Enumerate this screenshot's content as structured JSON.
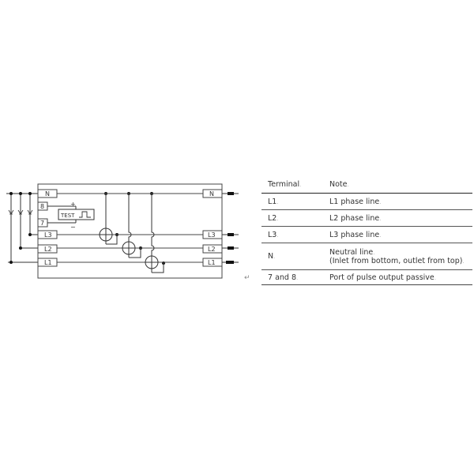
{
  "diagram": {
    "left_terminals": [
      {
        "id": "N",
        "label": "N"
      },
      {
        "id": "8",
        "label": "8"
      },
      {
        "id": "7",
        "label": "7"
      },
      {
        "id": "L3",
        "label": "L3"
      },
      {
        "id": "L2",
        "label": "L2"
      },
      {
        "id": "L1",
        "label": "L1"
      }
    ],
    "right_terminals": [
      {
        "id": "N",
        "label": "N"
      },
      {
        "id": "L3",
        "label": "L3"
      },
      {
        "id": "L2",
        "label": "L2"
      },
      {
        "id": "L1",
        "label": "L1"
      }
    ],
    "test_box": {
      "label": "TEST",
      "plus": "+",
      "minus": "−"
    },
    "paragraph_mark": "↵"
  },
  "table": {
    "headers": {
      "terminal": "Terminal",
      "note": "Note"
    },
    "rows": [
      {
        "terminal": "L1",
        "note": "L1 phase line"
      },
      {
        "terminal": "L2",
        "note": "L2 phase line"
      },
      {
        "terminal": "L3",
        "note": "L3 phase line"
      },
      {
        "terminal": "N",
        "note": "Neutral line",
        "note2": "(Inlet from bottom, outlet from top)"
      },
      {
        "terminal": "7 and 8",
        "note": "Port of pulse output passive"
      }
    ]
  }
}
